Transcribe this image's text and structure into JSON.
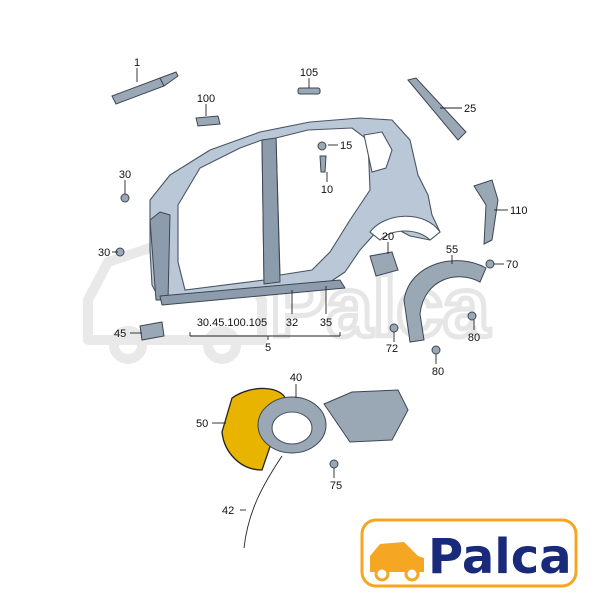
{
  "callouts": [
    {
      "id": "c1",
      "label": "1"
    },
    {
      "id": "c105",
      "label": "105"
    },
    {
      "id": "c100",
      "label": "100"
    },
    {
      "id": "c25",
      "label": "25"
    },
    {
      "id": "c15",
      "label": "15"
    },
    {
      "id": "c10",
      "label": "10"
    },
    {
      "id": "c30a",
      "label": "30"
    },
    {
      "id": "c110",
      "label": "110"
    },
    {
      "id": "c20",
      "label": "20"
    },
    {
      "id": "c55",
      "label": "55"
    },
    {
      "id": "c30b",
      "label": "30"
    },
    {
      "id": "c70",
      "label": "70"
    },
    {
      "id": "c45",
      "label": "45"
    },
    {
      "id": "cgroup",
      "label": "30.45.100.105"
    },
    {
      "id": "c32",
      "label": "32"
    },
    {
      "id": "c35",
      "label": "35"
    },
    {
      "id": "c5",
      "label": "5"
    },
    {
      "id": "c80a",
      "label": "80"
    },
    {
      "id": "c72",
      "label": "72"
    },
    {
      "id": "c80b",
      "label": "80"
    },
    {
      "id": "c40",
      "label": "40"
    },
    {
      "id": "c50",
      "label": "50"
    },
    {
      "id": "c75",
      "label": "75"
    },
    {
      "id": "c42",
      "label": "42"
    }
  ],
  "logo": {
    "text": "Palca",
    "colors": {
      "text": "#1a2a7a",
      "car": "#f5a623",
      "frame": "#f5a623"
    }
  },
  "colors": {
    "body_panel": "#b9c7d6",
    "highlight": "#e8b400",
    "watermark": "#e6e6e6"
  }
}
